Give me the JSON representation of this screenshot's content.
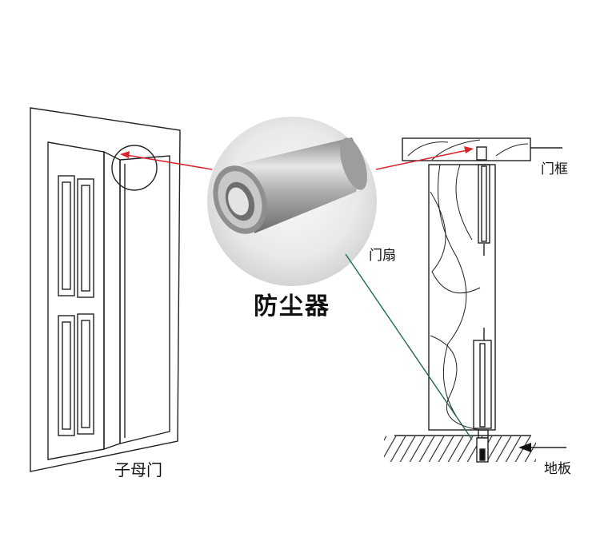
{
  "labels": {
    "product": "防尘器",
    "left_door": "子母门",
    "door_frame": "门框",
    "door_leaf": "门扇",
    "floor": "地板"
  },
  "colors": {
    "pointer_red": "#d9252b",
    "pointer_green": "#1f6b45",
    "line": "#222222"
  }
}
